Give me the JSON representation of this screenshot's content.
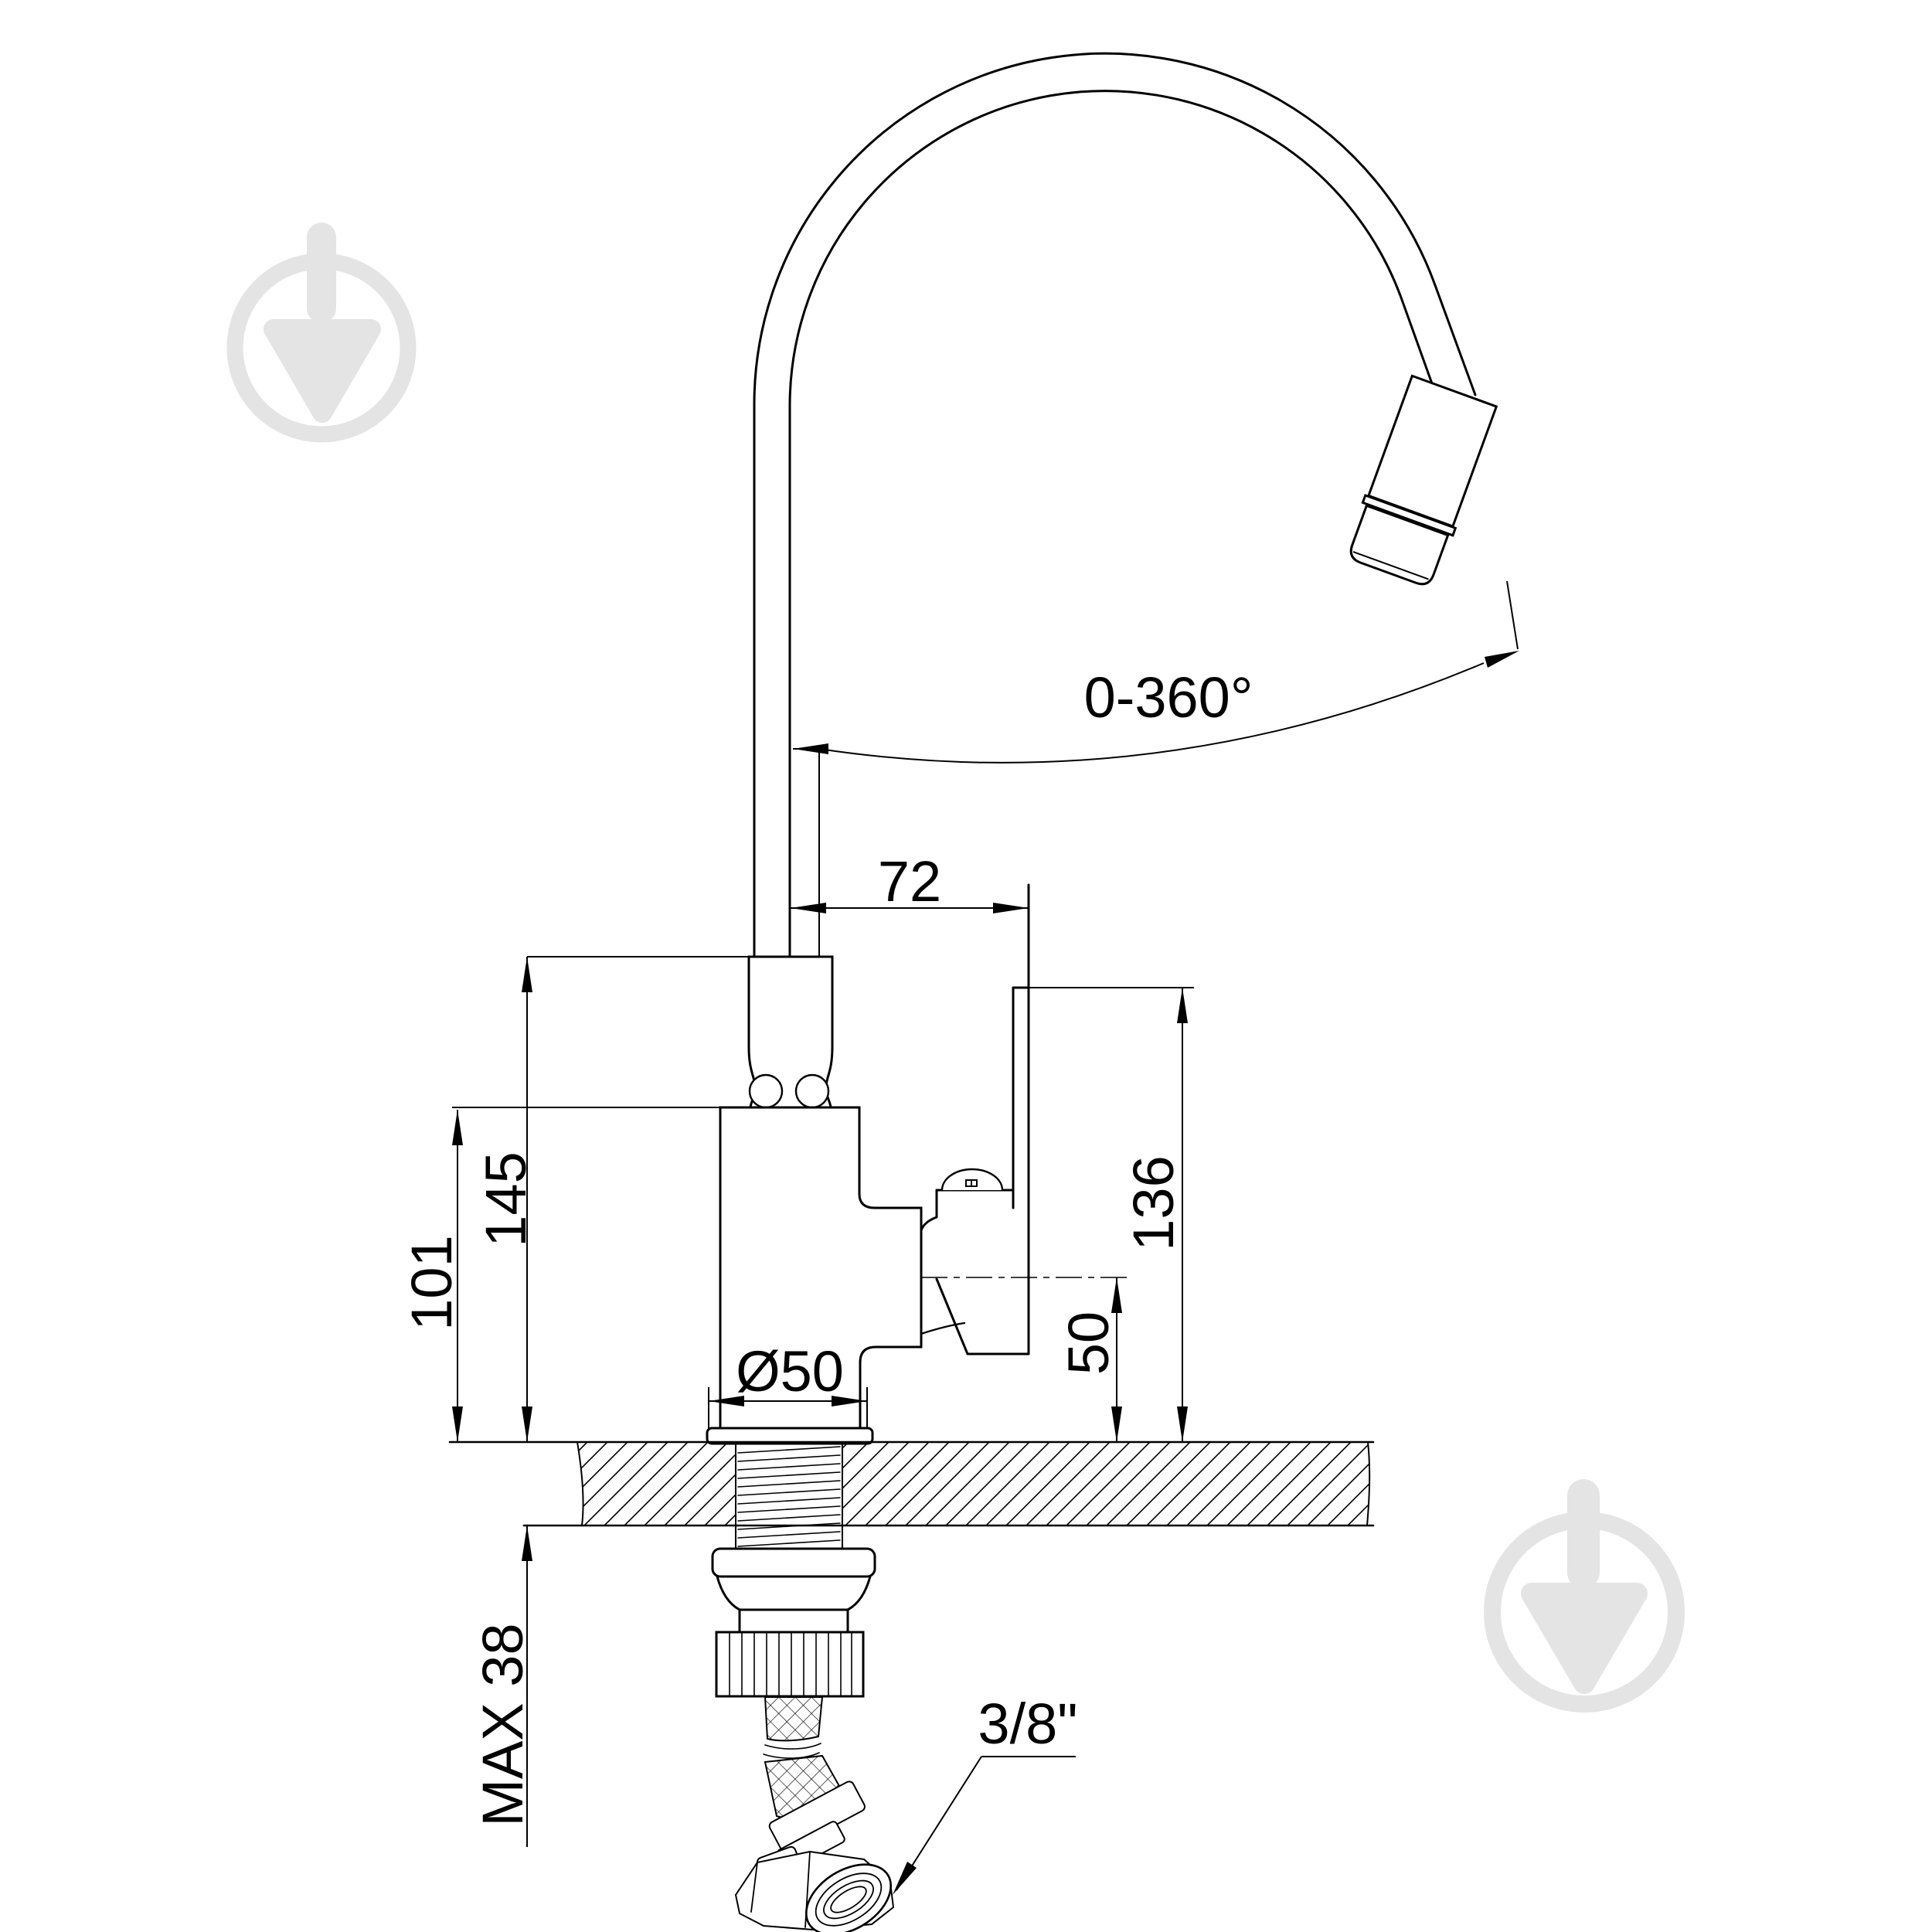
{
  "page": {
    "background": "#ffffff"
  },
  "drawing": {
    "line_color": "#000000",
    "watermark_color": "#e4e4e4",
    "dimensions": {
      "rotation_range": "0-360°",
      "spout_offset": "72",
      "height_collar": "145",
      "height_body": "101",
      "height_handle": "136",
      "handle_height": "50",
      "base_diameter": "Ø50",
      "max_mount_thickness": "MAX 38",
      "hose_connection": "3/8\""
    }
  }
}
